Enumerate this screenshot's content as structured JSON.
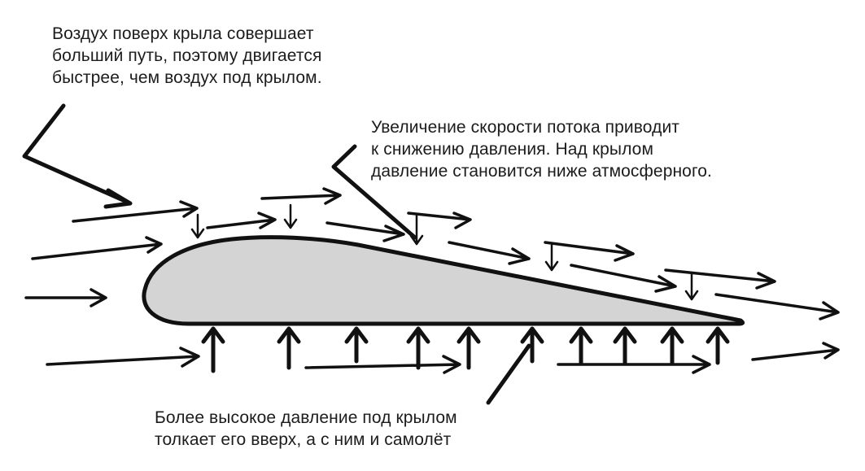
{
  "notes": {
    "upper_airflow": [
      "Воздух поверх крыла совершает",
      "больший путь, поэтому двигается",
      "быстрее, чем воздух под крылом."
    ],
    "pressure_drop": [
      "Увеличение скорости потока приводит",
      "к снижению давления. Над крылом",
      "давление становится ниже атмосферного."
    ],
    "lift": [
      "Более высокое давление под крылом",
      "толкает его вверх, а с ним и самолёт"
    ]
  },
  "colors": {
    "ink": "#111111",
    "wing_fill": "#d4d4d4",
    "text": "#1c1c1c"
  }
}
